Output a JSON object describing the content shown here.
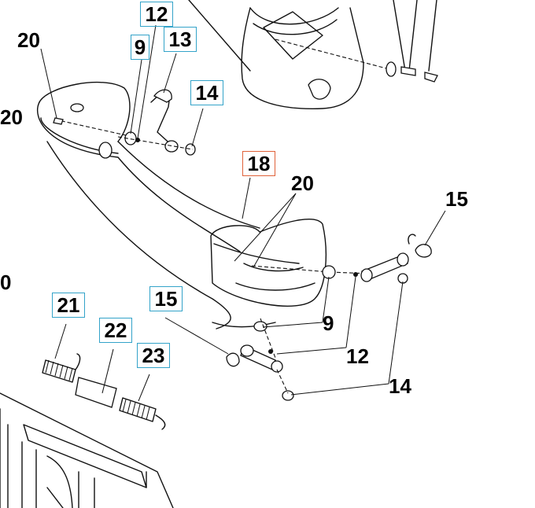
{
  "labels": {
    "l20_top": "20",
    "l20_left": "20",
    "l9_top": "9",
    "l12_top": "12",
    "l13": "13",
    "l14_top": "14",
    "l18": "18",
    "l20_mid": "20",
    "l15_right": "15",
    "l0_left": "0",
    "l21": "21",
    "l22": "22",
    "l23": "23",
    "l15_mid": "15",
    "l9_bottom": "9",
    "l12_bottom": "12",
    "l14_bottom": "14"
  },
  "colors": {
    "box_border": "#33a3c9",
    "highlight_border": "#e0623a",
    "line": "#111111"
  }
}
